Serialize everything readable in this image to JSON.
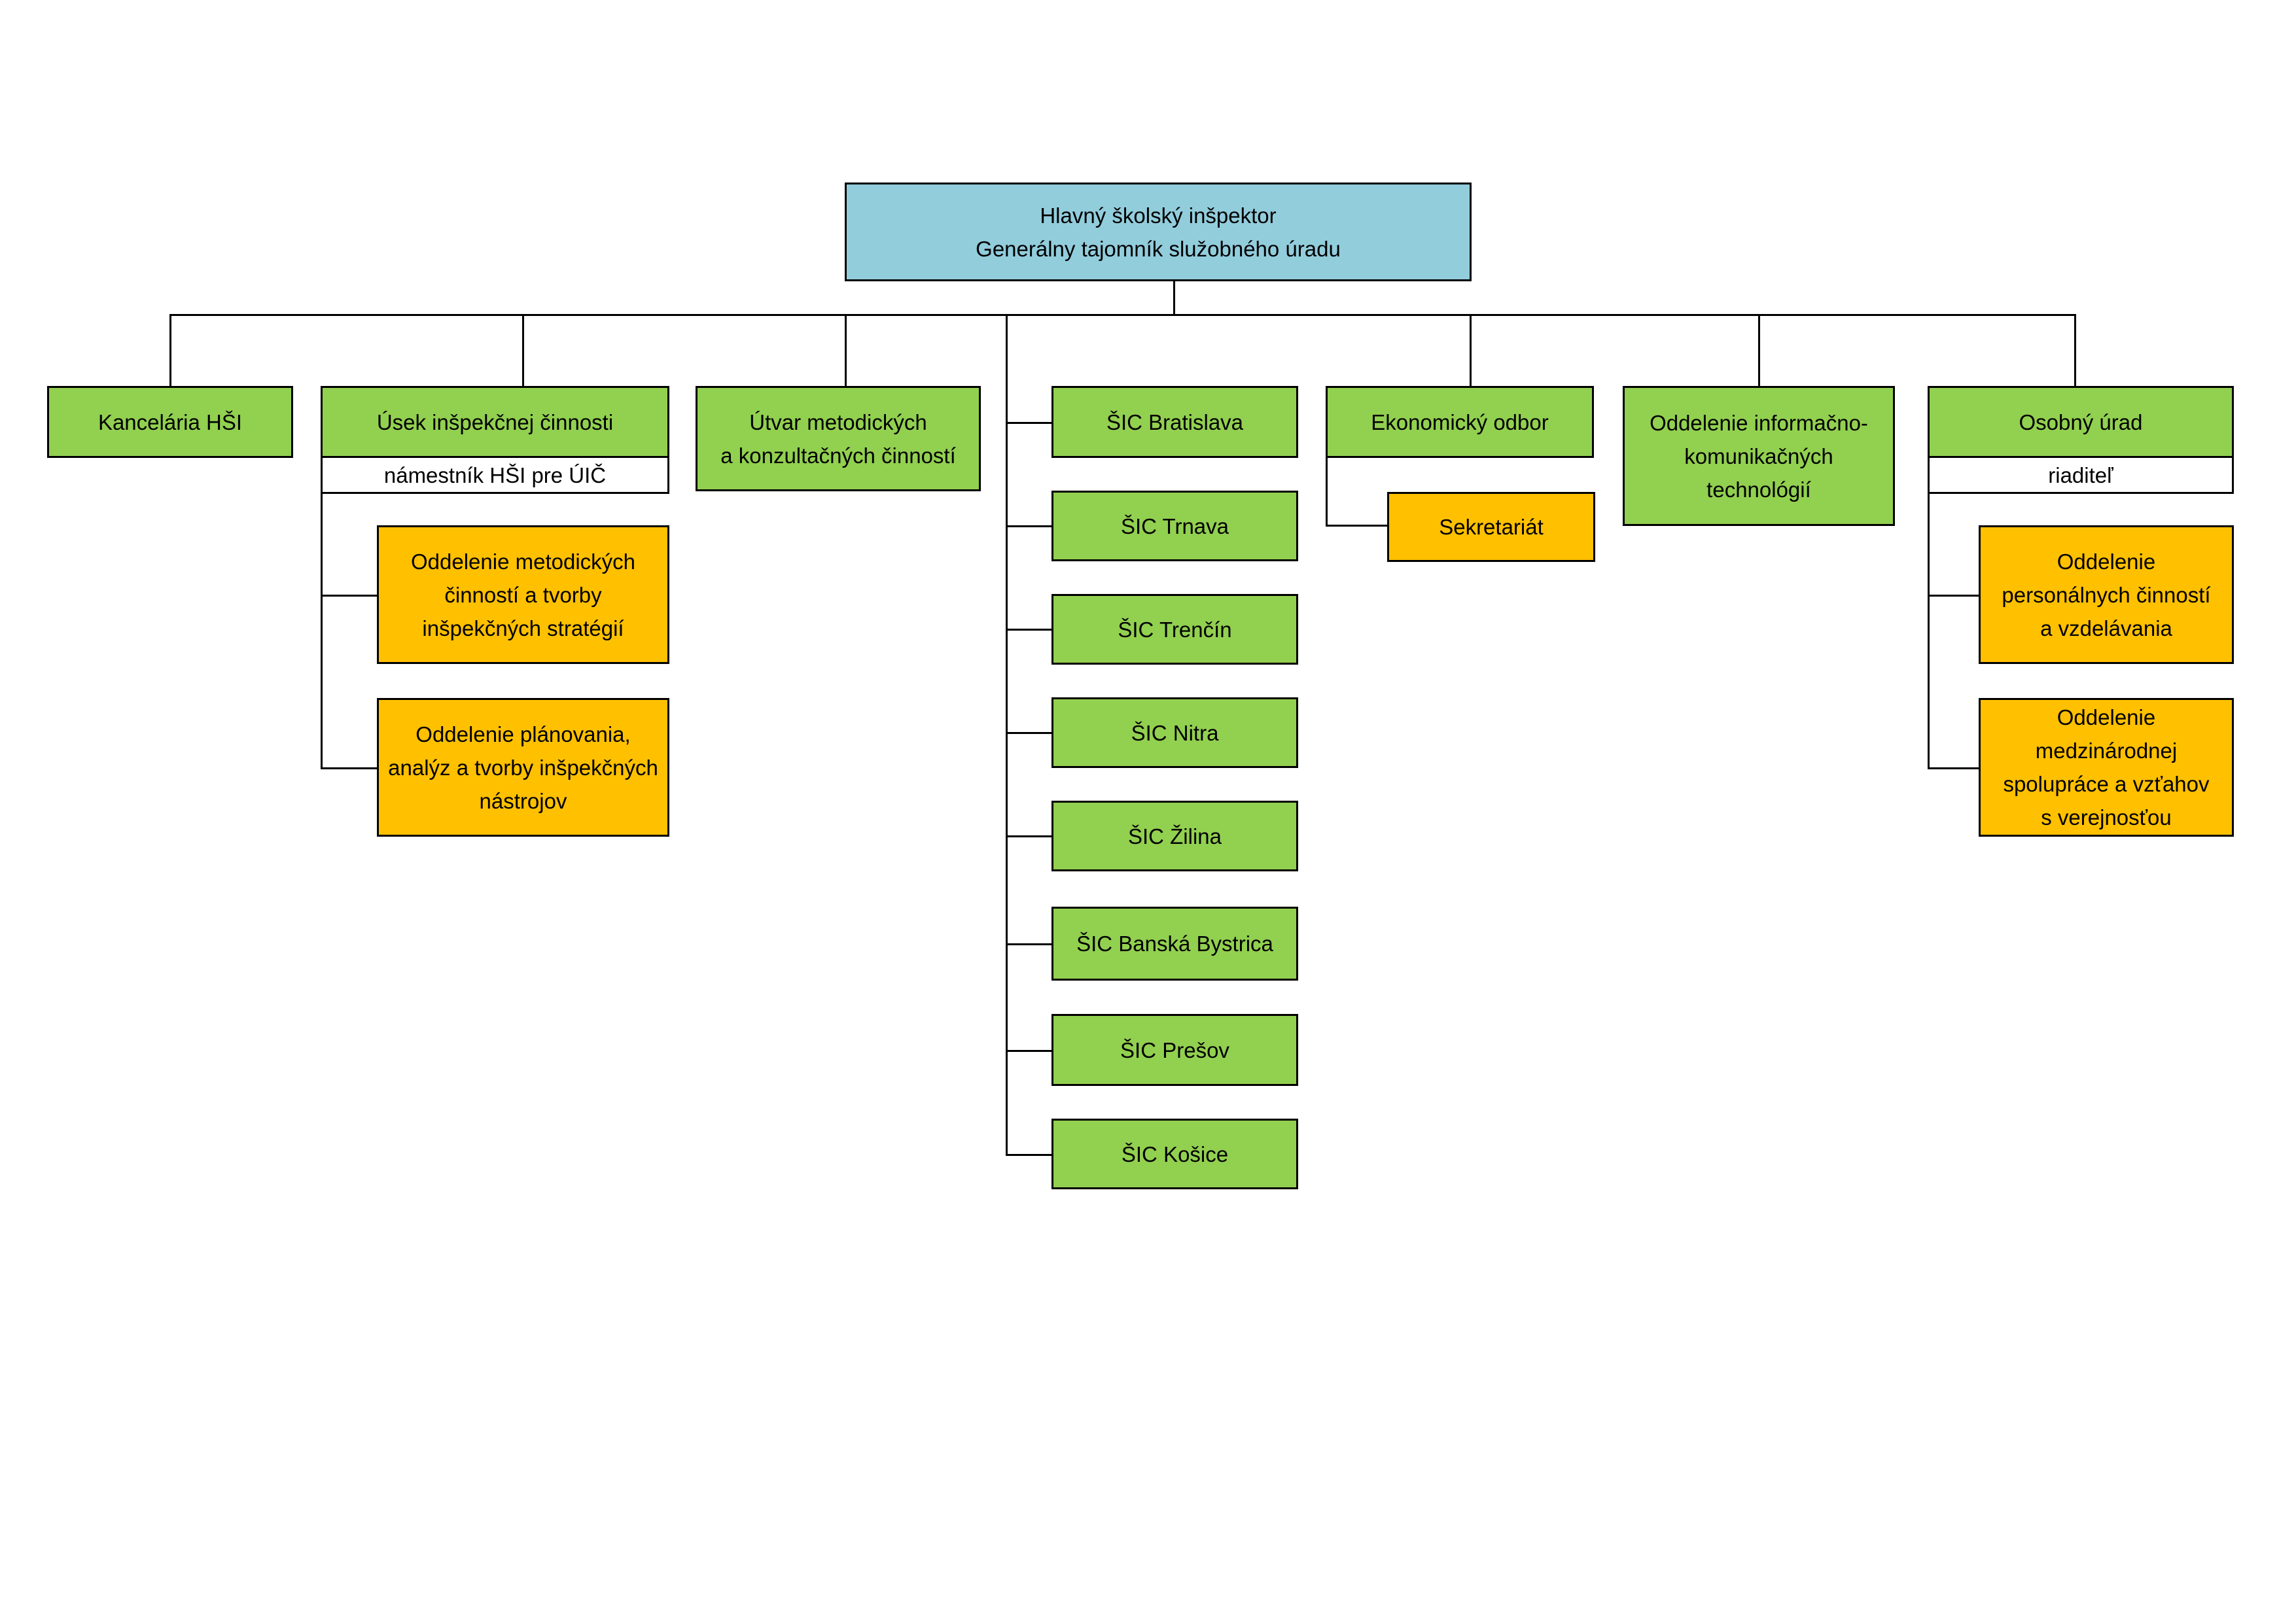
{
  "colors": {
    "head": "#92CDDC",
    "unit": "#92D050",
    "department": "#FFC000",
    "line": "#000000"
  },
  "top": {
    "line1": "Hlavný školský inšpektor",
    "line2": "Generálny tajomník služobného úradu"
  },
  "kancelaria": "Kancelária HŠI",
  "usek": {
    "title": "Úsek inšpekčnej činnosti",
    "subtitle": "námestník HŠI pre ÚIČ",
    "dept1": "Oddelenie metodických\nčinností a tvorby\ninšpekčných stratégií",
    "dept2": "Oddelenie plánovania,\nanalýz a tvorby inšpekčných\nnástrojov"
  },
  "utvar": "Útvar metodických\na konzultačných činností",
  "sic": [
    "ŠIC Bratislava",
    "ŠIC Trnava",
    "ŠIC Trenčín",
    "ŠIC Nitra",
    "ŠIC Žilina",
    "ŠIC Banská Bystrica",
    "ŠIC Prešov",
    "ŠIC Košice"
  ],
  "ekonomicky": {
    "title": "Ekonomický odbor",
    "dept": "Sekretariát"
  },
  "ikt": "Oddelenie informačno-\nkomunikačných\ntechnológií",
  "osobny": {
    "title": "Osobný úrad",
    "subtitle": "riaditeľ",
    "dept1": "Oddelenie\npersonálnych činností\na vzdelávania",
    "dept2": "Oddelenie\nmedzinárodnej\nspolupráce a vzťahov\ns verejnosťou"
  }
}
